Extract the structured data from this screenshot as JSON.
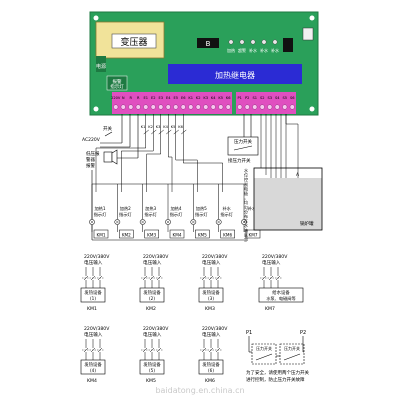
{
  "board": {
    "transformer_label": "变压器",
    "relay_block_label": "加热继电器",
    "power_label_v": "电源",
    "alarm_label": "报警",
    "alarm_sub": "指示灯",
    "chip_label": "B",
    "top_indicators": [
      "加热",
      "超警",
      "补水",
      "补水",
      "补水"
    ]
  },
  "terminals": {
    "left": [
      "220V",
      "N",
      "R",
      "R",
      "E1",
      "E2",
      "E3",
      "E4",
      "E5",
      "E6",
      "K1",
      "K2",
      "K3",
      "K4",
      "K5",
      "K6"
    ],
    "right": [
      "P1",
      "P2",
      "S1",
      "S2",
      "S3",
      "S4",
      "S5",
      "S6"
    ]
  },
  "labels": {
    "switch": "开关",
    "ac220": "AC220V",
    "buzzer": "低压报",
    "buzzer2": "警器",
    "alarm_box": "报警",
    "high_pressure": "压力开关",
    "high_pressure2": "接压力开关",
    "probe_note": "水位控制电极，均匀分布在水箱底部",
    "tank_label": "锅炉罐",
    "pipe_label": "A"
  },
  "heaters": [
    {
      "label": "加热1",
      "sub": "指示灯",
      "km": "KM1"
    },
    {
      "label": "加热2",
      "sub": "指示灯",
      "km": "KM2"
    },
    {
      "label": "加热3",
      "sub": "指示灯",
      "km": "KM3"
    },
    {
      "label": "加热4",
      "sub": "指示灯",
      "km": "KM4"
    },
    {
      "label": "加热5",
      "sub": "指示灯",
      "km": "KM5"
    },
    {
      "label": "补水",
      "sub": "指示灯",
      "km": "KM6"
    },
    {
      "label": "补水",
      "sub": "",
      "km": "KM7"
    }
  ],
  "circuits_row1": [
    {
      "title": "220V/380V",
      "sub": "电压输入",
      "box": "发热设备",
      "box_sub": "(1)",
      "km": "KM1"
    },
    {
      "title": "220V/380V",
      "sub": "电压输入",
      "box": "发热设备",
      "box_sub": "(2)",
      "km": "KM2"
    },
    {
      "title": "220V/380V",
      "sub": "电压输入",
      "box": "发热设备",
      "box_sub": "(3)",
      "km": "KM3"
    },
    {
      "title": "220V/380V",
      "sub": "电压输入",
      "box": "给水设备",
      "box_sub": "水泵、电磁阀等",
      "km": "KM7"
    }
  ],
  "circuits_row2": [
    {
      "title": "220V/380V",
      "sub": "电压输入",
      "box": "发热设备",
      "box_sub": "(4)",
      "km": "KM4"
    },
    {
      "title": "220V/380V",
      "sub": "电压输入",
      "box": "发热设备",
      "box_sub": "(5)",
      "km": "KM5"
    },
    {
      "title": "220V/380V",
      "sub": "电压输入",
      "box": "发热设备",
      "box_sub": "(6)",
      "km": "KM6"
    }
  ],
  "pressure_switch": {
    "p1": "P1",
    "p2": "P2",
    "left": "压力开关",
    "right": "压力开关",
    "note": "为了安全，请使用两个压力开关",
    "note2": "进行控制，防止压力开关故障"
  },
  "watermark": "baidatong.en.china.cn",
  "colors": {
    "board": "#2aa05a",
    "board_dark": "#1d7a42",
    "terminal": "#e04fc0",
    "relay": "#2b2bd4",
    "water": "#d8d8d8"
  }
}
